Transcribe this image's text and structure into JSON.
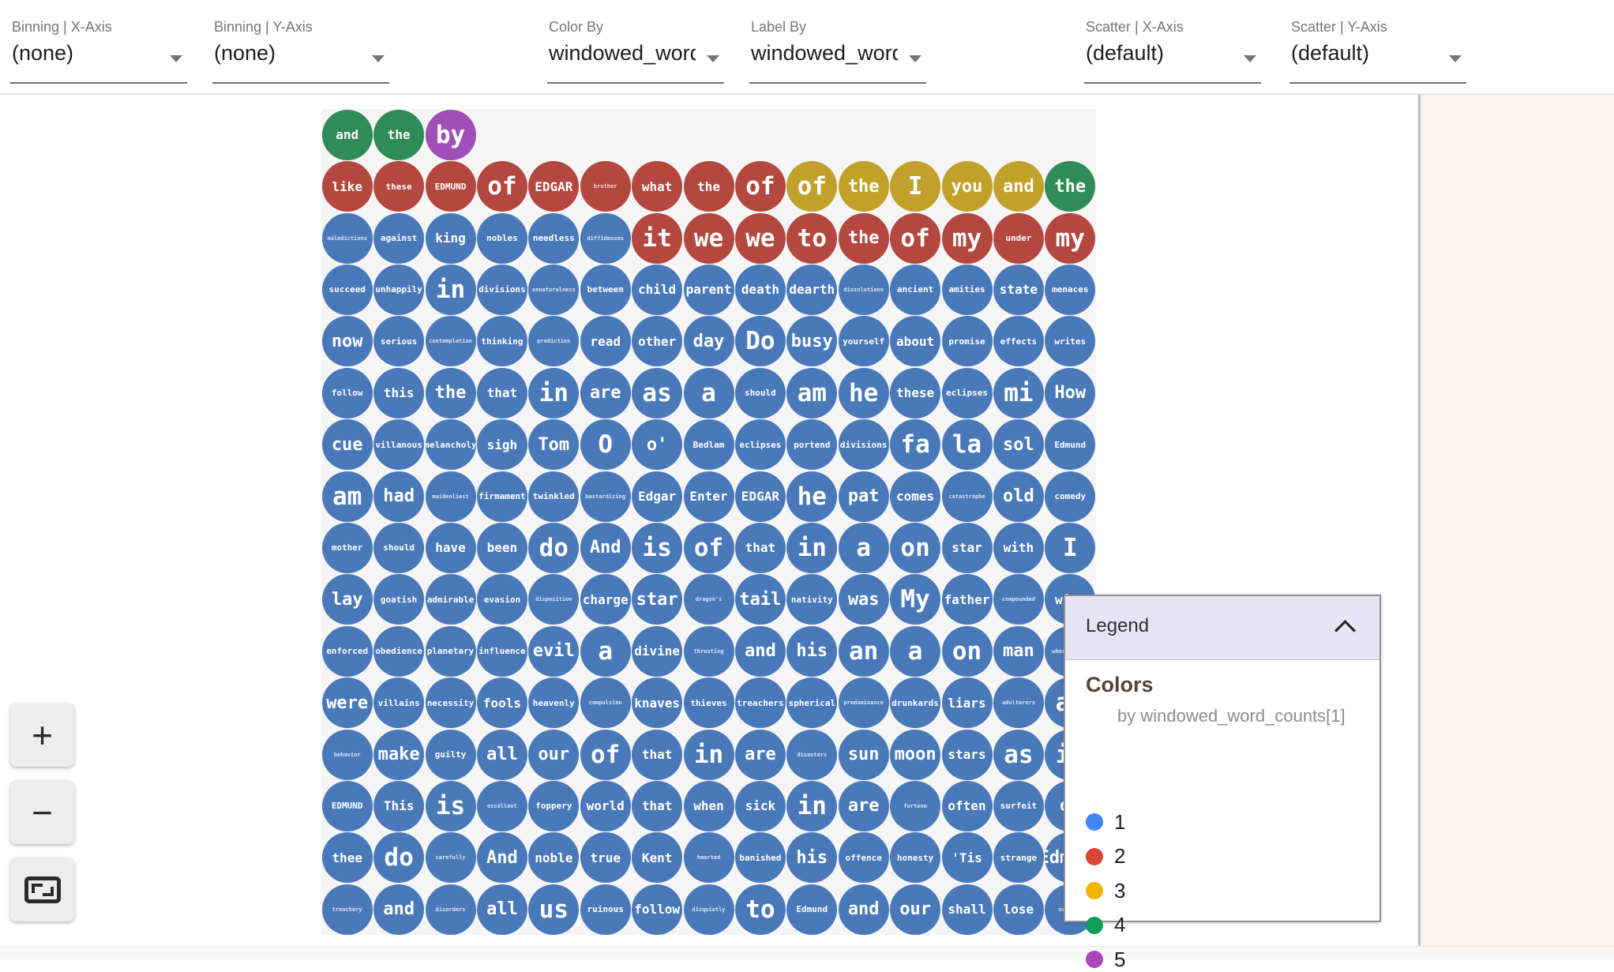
{
  "toolbar": {
    "controls": [
      {
        "label": "Binning | X-Axis",
        "value": "(none)"
      },
      {
        "label": "Binning | Y-Axis",
        "value": "(none)"
      },
      {
        "label": "Color By",
        "value": "windowed_word_c"
      },
      {
        "label": "Label By",
        "value": "windowed_word_c"
      },
      {
        "label": "Scatter | X-Axis",
        "value": "(default)"
      },
      {
        "label": "Scatter | Y-Axis",
        "value": "(default)"
      }
    ]
  },
  "legend": {
    "title": "Legend",
    "section": "Colors",
    "subtitle": "by windowed_word_counts[1]",
    "items": [
      {
        "label": "1",
        "color": "#4285F4"
      },
      {
        "label": "2",
        "color": "#DB4437"
      },
      {
        "label": "3",
        "color": "#F4B400"
      },
      {
        "label": "4",
        "color": "#0F9D58"
      },
      {
        "label": "5",
        "color": "#AB47BC"
      }
    ]
  },
  "zoom_controls": {
    "zoom_in": "+",
    "zoom_out": "−",
    "fit": "fit-to-screen"
  },
  "chart_data": {
    "type": "bubble-grid",
    "color_by": "windowed_word_counts[1]",
    "label_by": "windowed_word_counts",
    "color_classes": {
      "1": "#4A79BA",
      "2": "#B4473F",
      "3": "#C2A12B",
      "4": "#2F8C56",
      "5": "#A04FB8"
    },
    "rows": [
      [
        {
          "t": "and",
          "c": 4,
          "s": 3
        },
        {
          "t": "the",
          "c": 4,
          "s": 3
        },
        {
          "t": "by",
          "c": 5,
          "s": 5
        }
      ],
      [
        {
          "t": "like",
          "c": 2,
          "s": 3
        },
        {
          "t": "these",
          "c": 2,
          "s": 2
        },
        {
          "t": "EDMUND",
          "c": 2,
          "s": 2
        },
        {
          "t": "of",
          "c": 2,
          "s": 5
        },
        {
          "t": "EDGAR",
          "c": 2,
          "s": 3
        },
        {
          "t": "brother",
          "c": 2,
          "s": 1
        },
        {
          "t": "what",
          "c": 2,
          "s": 3
        },
        {
          "t": "the",
          "c": 2,
          "s": 3
        },
        {
          "t": "of",
          "c": 2,
          "s": 5
        },
        {
          "t": "of",
          "c": 3,
          "s": 5
        },
        {
          "t": "the",
          "c": 3,
          "s": 4
        },
        {
          "t": "I",
          "c": 3,
          "s": 5
        },
        {
          "t": "you",
          "c": 3,
          "s": 4
        },
        {
          "t": "and",
          "c": 3,
          "s": 4
        },
        {
          "t": "the",
          "c": 4,
          "s": 4
        }
      ],
      [
        {
          "t": "maledictions",
          "c": 1,
          "s": 1
        },
        {
          "t": "against",
          "c": 1,
          "s": 2
        },
        {
          "t": "king",
          "c": 1,
          "s": 3
        },
        {
          "t": "nobles",
          "c": 1,
          "s": 2
        },
        {
          "t": "needless",
          "c": 1,
          "s": 2
        },
        {
          "t": "diffidences",
          "c": 1,
          "s": 1
        },
        {
          "t": "it",
          "c": 2,
          "s": 5
        },
        {
          "t": "we",
          "c": 2,
          "s": 5
        },
        {
          "t": "we",
          "c": 2,
          "s": 5
        },
        {
          "t": "to",
          "c": 2,
          "s": 5
        },
        {
          "t": "the",
          "c": 2,
          "s": 4
        },
        {
          "t": "of",
          "c": 2,
          "s": 5
        },
        {
          "t": "my",
          "c": 2,
          "s": 5
        },
        {
          "t": "under",
          "c": 2,
          "s": 2
        },
        {
          "t": "my",
          "c": 2,
          "s": 5
        }
      ],
      [
        {
          "t": "succeed",
          "c": 1,
          "s": 2
        },
        {
          "t": "unhappily",
          "c": 1,
          "s": 2
        },
        {
          "t": "in",
          "c": 1,
          "s": 5
        },
        {
          "t": "divisions",
          "c": 1,
          "s": 2
        },
        {
          "t": "unnaturalness",
          "c": 1,
          "s": 1
        },
        {
          "t": "between",
          "c": 1,
          "s": 2
        },
        {
          "t": "child",
          "c": 1,
          "s": 3
        },
        {
          "t": "parent",
          "c": 1,
          "s": 3
        },
        {
          "t": "death",
          "c": 1,
          "s": 3
        },
        {
          "t": "dearth",
          "c": 1,
          "s": 3
        },
        {
          "t": "dissolutions",
          "c": 1,
          "s": 1
        },
        {
          "t": "ancient",
          "c": 1,
          "s": 2
        },
        {
          "t": "amities",
          "c": 1,
          "s": 2
        },
        {
          "t": "state",
          "c": 1,
          "s": 3
        },
        {
          "t": "menaces",
          "c": 1,
          "s": 2
        }
      ],
      [
        {
          "t": "now",
          "c": 1,
          "s": 4
        },
        {
          "t": "serious",
          "c": 1,
          "s": 2
        },
        {
          "t": "contemplation",
          "c": 1,
          "s": 1
        },
        {
          "t": "thinking",
          "c": 1,
          "s": 2
        },
        {
          "t": "prediction",
          "c": 1,
          "s": 1
        },
        {
          "t": "read",
          "c": 1,
          "s": 3
        },
        {
          "t": "other",
          "c": 1,
          "s": 3
        },
        {
          "t": "day",
          "c": 1,
          "s": 4
        },
        {
          "t": "Do",
          "c": 1,
          "s": 5
        },
        {
          "t": "busy",
          "c": 1,
          "s": 4
        },
        {
          "t": "yourself",
          "c": 1,
          "s": 2
        },
        {
          "t": "about",
          "c": 1,
          "s": 3
        },
        {
          "t": "promise",
          "c": 1,
          "s": 2
        },
        {
          "t": "effects",
          "c": 1,
          "s": 2
        },
        {
          "t": "writes",
          "c": 1,
          "s": 2
        }
      ],
      [
        {
          "t": "follow",
          "c": 1,
          "s": 2
        },
        {
          "t": "this",
          "c": 1,
          "s": 3
        },
        {
          "t": "the",
          "c": 1,
          "s": 4
        },
        {
          "t": "that",
          "c": 1,
          "s": 3
        },
        {
          "t": "in",
          "c": 1,
          "s": 5
        },
        {
          "t": "are",
          "c": 1,
          "s": 4
        },
        {
          "t": "as",
          "c": 1,
          "s": 5
        },
        {
          "t": "a",
          "c": 1,
          "s": 5
        },
        {
          "t": "should",
          "c": 1,
          "s": 2
        },
        {
          "t": "am",
          "c": 1,
          "s": 5
        },
        {
          "t": "he",
          "c": 1,
          "s": 5
        },
        {
          "t": "these",
          "c": 1,
          "s": 3
        },
        {
          "t": "eclipses",
          "c": 1,
          "s": 2
        },
        {
          "t": "mi",
          "c": 1,
          "s": 5
        },
        {
          "t": "How",
          "c": 1,
          "s": 4
        }
      ],
      [
        {
          "t": "cue",
          "c": 1,
          "s": 4
        },
        {
          "t": "villanous",
          "c": 1,
          "s": 2
        },
        {
          "t": "melancholy",
          "c": 1,
          "s": 2
        },
        {
          "t": "sigh",
          "c": 1,
          "s": 3
        },
        {
          "t": "Tom",
          "c": 1,
          "s": 4
        },
        {
          "t": "O",
          "c": 1,
          "s": 5
        },
        {
          "t": "o'",
          "c": 1,
          "s": 4
        },
        {
          "t": "Bedlam",
          "c": 1,
          "s": 2
        },
        {
          "t": "eclipses",
          "c": 1,
          "s": 2
        },
        {
          "t": "portend",
          "c": 1,
          "s": 2
        },
        {
          "t": "divisions",
          "c": 1,
          "s": 2
        },
        {
          "t": "fa",
          "c": 1,
          "s": 5
        },
        {
          "t": "la",
          "c": 1,
          "s": 5
        },
        {
          "t": "sol",
          "c": 1,
          "s": 4
        },
        {
          "t": "Edmund",
          "c": 1,
          "s": 2
        }
      ],
      [
        {
          "t": "am",
          "c": 1,
          "s": 5
        },
        {
          "t": "had",
          "c": 1,
          "s": 4
        },
        {
          "t": "maidenliest",
          "c": 1,
          "s": 1
        },
        {
          "t": "firmament",
          "c": 1,
          "s": 2
        },
        {
          "t": "twinkled",
          "c": 1,
          "s": 2
        },
        {
          "t": "bastardizing",
          "c": 1,
          "s": 1
        },
        {
          "t": "Edgar",
          "c": 1,
          "s": 3
        },
        {
          "t": "Enter",
          "c": 1,
          "s": 3
        },
        {
          "t": "EDGAR",
          "c": 1,
          "s": 3
        },
        {
          "t": "he",
          "c": 1,
          "s": 5
        },
        {
          "t": "pat",
          "c": 1,
          "s": 4
        },
        {
          "t": "comes",
          "c": 1,
          "s": 3
        },
        {
          "t": "catastrophe",
          "c": 1,
          "s": 1
        },
        {
          "t": "old",
          "c": 1,
          "s": 4
        },
        {
          "t": "comedy",
          "c": 1,
          "s": 2
        }
      ],
      [
        {
          "t": "mother",
          "c": 1,
          "s": 2
        },
        {
          "t": "should",
          "c": 1,
          "s": 2
        },
        {
          "t": "have",
          "c": 1,
          "s": 3
        },
        {
          "t": "been",
          "c": 1,
          "s": 3
        },
        {
          "t": "do",
          "c": 1,
          "s": 5
        },
        {
          "t": "And",
          "c": 1,
          "s": 4
        },
        {
          "t": "is",
          "c": 1,
          "s": 5
        },
        {
          "t": "of",
          "c": 1,
          "s": 5
        },
        {
          "t": "that",
          "c": 1,
          "s": 3
        },
        {
          "t": "in",
          "c": 1,
          "s": 5
        },
        {
          "t": "a",
          "c": 1,
          "s": 5
        },
        {
          "t": "on",
          "c": 1,
          "s": 5
        },
        {
          "t": "star",
          "c": 1,
          "s": 3
        },
        {
          "t": "with",
          "c": 1,
          "s": 3
        },
        {
          "t": "I",
          "c": 1,
          "s": 5
        }
      ],
      [
        {
          "t": "lay",
          "c": 1,
          "s": 4
        },
        {
          "t": "goatish",
          "c": 1,
          "s": 2
        },
        {
          "t": "admirable",
          "c": 1,
          "s": 2
        },
        {
          "t": "evasion",
          "c": 1,
          "s": 2
        },
        {
          "t": "disposition",
          "c": 1,
          "s": 1
        },
        {
          "t": "charge",
          "c": 1,
          "s": 3
        },
        {
          "t": "star",
          "c": 1,
          "s": 4
        },
        {
          "t": "dragon's",
          "c": 1,
          "s": 1
        },
        {
          "t": "tail",
          "c": 1,
          "s": 4
        },
        {
          "t": "nativity",
          "c": 1,
          "s": 2
        },
        {
          "t": "was",
          "c": 1,
          "s": 4
        },
        {
          "t": "My",
          "c": 1,
          "s": 5
        },
        {
          "t": "father",
          "c": 1,
          "s": 3
        },
        {
          "t": "compounded",
          "c": 1,
          "s": 1
        },
        {
          "t": "with",
          "c": 1,
          "s": 3
        }
      ],
      [
        {
          "t": "enforced",
          "c": 1,
          "s": 2
        },
        {
          "t": "obedience",
          "c": 1,
          "s": 2
        },
        {
          "t": "planetary",
          "c": 1,
          "s": 2
        },
        {
          "t": "influence",
          "c": 1,
          "s": 2
        },
        {
          "t": "evil",
          "c": 1,
          "s": 4
        },
        {
          "t": "a",
          "c": 1,
          "s": 5
        },
        {
          "t": "divine",
          "c": 1,
          "s": 3
        },
        {
          "t": "thrusting",
          "c": 1,
          "s": 1
        },
        {
          "t": "and",
          "c": 1,
          "s": 4
        },
        {
          "t": "his",
          "c": 1,
          "s": 4
        },
        {
          "t": "an",
          "c": 1,
          "s": 5
        },
        {
          "t": "a",
          "c": 1,
          "s": 5
        },
        {
          "t": "on",
          "c": 1,
          "s": 5
        },
        {
          "t": "man",
          "c": 1,
          "s": 4
        },
        {
          "t": "whoremaster",
          "c": 1,
          "s": 1
        }
      ],
      [
        {
          "t": "were",
          "c": 1,
          "s": 4
        },
        {
          "t": "villains",
          "c": 1,
          "s": 2
        },
        {
          "t": "necessity",
          "c": 1,
          "s": 2
        },
        {
          "t": "fools",
          "c": 1,
          "s": 3
        },
        {
          "t": "heavenly",
          "c": 1,
          "s": 2
        },
        {
          "t": "compulsion",
          "c": 1,
          "s": 1
        },
        {
          "t": "knaves",
          "c": 1,
          "s": 3
        },
        {
          "t": "thieves",
          "c": 1,
          "s": 2
        },
        {
          "t": "treachers",
          "c": 1,
          "s": 2
        },
        {
          "t": "spherical",
          "c": 1,
          "s": 2
        },
        {
          "t": "predominance",
          "c": 1,
          "s": 1
        },
        {
          "t": "drunkards",
          "c": 1,
          "s": 2
        },
        {
          "t": "liars",
          "c": 1,
          "s": 3
        },
        {
          "t": "adulterers",
          "c": 1,
          "s": 1
        },
        {
          "t": "an",
          "c": 1,
          "s": 5
        }
      ],
      [
        {
          "t": "behavior",
          "c": 1,
          "s": 1
        },
        {
          "t": "make",
          "c": 1,
          "s": 4
        },
        {
          "t": "guilty",
          "c": 1,
          "s": 2
        },
        {
          "t": "all",
          "c": 1,
          "s": 4
        },
        {
          "t": "our",
          "c": 1,
          "s": 4
        },
        {
          "t": "of",
          "c": 1,
          "s": 5
        },
        {
          "t": "that",
          "c": 1,
          "s": 3
        },
        {
          "t": "in",
          "c": 1,
          "s": 5
        },
        {
          "t": "are",
          "c": 1,
          "s": 4
        },
        {
          "t": "disasters",
          "c": 1,
          "s": 1
        },
        {
          "t": "sun",
          "c": 1,
          "s": 4
        },
        {
          "t": "moon",
          "c": 1,
          "s": 4
        },
        {
          "t": "stars",
          "c": 1,
          "s": 3
        },
        {
          "t": "as",
          "c": 1,
          "s": 5
        },
        {
          "t": "if",
          "c": 1,
          "s": 5
        }
      ],
      [
        {
          "t": "EDMUND",
          "c": 1,
          "s": 2
        },
        {
          "t": "This",
          "c": 1,
          "s": 3
        },
        {
          "t": "is",
          "c": 1,
          "s": 5
        },
        {
          "t": "excellent",
          "c": 1,
          "s": 1
        },
        {
          "t": "foppery",
          "c": 1,
          "s": 2
        },
        {
          "t": "world",
          "c": 1,
          "s": 3
        },
        {
          "t": "that",
          "c": 1,
          "s": 3
        },
        {
          "t": "when",
          "c": 1,
          "s": 3
        },
        {
          "t": "sick",
          "c": 1,
          "s": 3
        },
        {
          "t": "in",
          "c": 1,
          "s": 5
        },
        {
          "t": "are",
          "c": 1,
          "s": 4
        },
        {
          "t": "fortune",
          "c": 1,
          "s": 1
        },
        {
          "t": "often",
          "c": 1,
          "s": 3
        },
        {
          "t": "surfeit",
          "c": 1,
          "s": 2
        },
        {
          "t": "of",
          "c": 1,
          "s": 4
        }
      ],
      [
        {
          "t": "thee",
          "c": 1,
          "s": 3
        },
        {
          "t": "do",
          "c": 1,
          "s": 5
        },
        {
          "t": "carefully",
          "c": 1,
          "s": 1
        },
        {
          "t": "And",
          "c": 1,
          "s": 4
        },
        {
          "t": "noble",
          "c": 1,
          "s": 3
        },
        {
          "t": "true",
          "c": 1,
          "s": 3
        },
        {
          "t": "Kent",
          "c": 1,
          "s": 3
        },
        {
          "t": "hearted",
          "c": 1,
          "s": 1
        },
        {
          "t": "banished",
          "c": 1,
          "s": 2
        },
        {
          "t": "his",
          "c": 1,
          "s": 4
        },
        {
          "t": "offence",
          "c": 1,
          "s": 2
        },
        {
          "t": "honesty",
          "c": 1,
          "s": 2
        },
        {
          "t": "'Tis",
          "c": 1,
          "s": 3
        },
        {
          "t": "strange",
          "c": 1,
          "s": 2
        },
        {
          "t": "Edmund",
          "c": 1,
          "s": 4
        }
      ],
      [
        {
          "t": "treachery",
          "c": 1,
          "s": 1
        },
        {
          "t": "and",
          "c": 1,
          "s": 4
        },
        {
          "t": "disorders",
          "c": 1,
          "s": 1
        },
        {
          "t": "all",
          "c": 1,
          "s": 4
        },
        {
          "t": "us",
          "c": 1,
          "s": 5
        },
        {
          "t": "ruinous",
          "c": 1,
          "s": 2
        },
        {
          "t": "follow",
          "c": 1,
          "s": 3
        },
        {
          "t": "disquietly",
          "c": 1,
          "s": 1
        },
        {
          "t": "to",
          "c": 1,
          "s": 5
        },
        {
          "t": "Edmund",
          "c": 1,
          "s": 2
        },
        {
          "t": "and",
          "c": 1,
          "s": 4
        },
        {
          "t": "our",
          "c": 1,
          "s": 4
        },
        {
          "t": "shall",
          "c": 1,
          "s": 3
        },
        {
          "t": "lose",
          "c": 1,
          "s": 3
        },
        {
          "t": "nothing",
          "c": 1,
          "s": 1
        }
      ]
    ]
  }
}
